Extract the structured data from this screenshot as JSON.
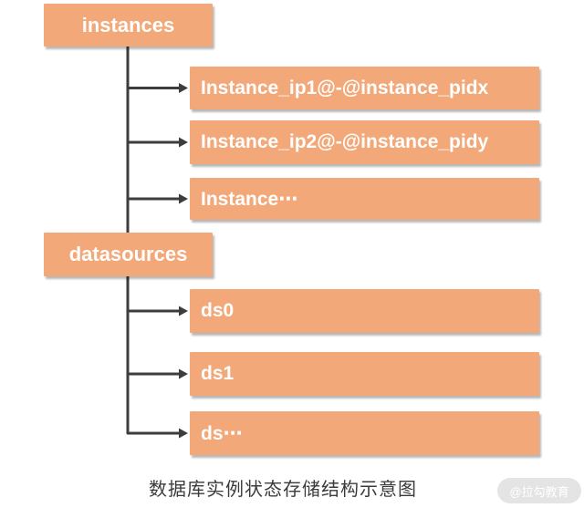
{
  "colors": {
    "node-fill": "#F2A878",
    "node-text": "#FFFFFF",
    "line": "#3D3D3D",
    "caption-text": "#3B3B3B",
    "watermark-bg": "#E4E4E4",
    "watermark-text": "#FFFFFF",
    "page-bg": "#FFFFFF"
  },
  "diagram": {
    "groups": [
      {
        "parent": "instances",
        "children": [
          "Instance_ip1@-@instance_pidx",
          "Instance_ip2@-@instance_pidy",
          "Instance⋯"
        ]
      },
      {
        "parent": "datasources",
        "children": [
          "ds0",
          "ds1",
          "ds⋯"
        ]
      }
    ]
  },
  "caption": "数据库实例状态存储结构示意图",
  "watermark": "@拉勾教育"
}
